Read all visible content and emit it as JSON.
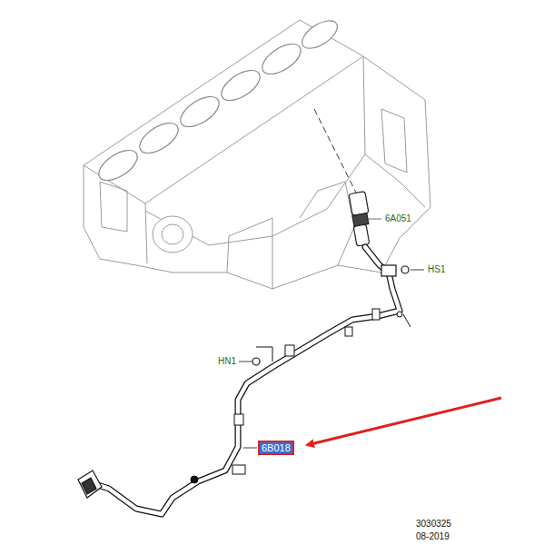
{
  "diagram": {
    "nodes": [
      {
        "text": [
          "6B018"
        ]
      }
    ],
    "edges": [],
    "labels": [
      "6A051",
      "HS1",
      "HN1",
      "3030325",
      "08-2019"
    ]
  }
}
